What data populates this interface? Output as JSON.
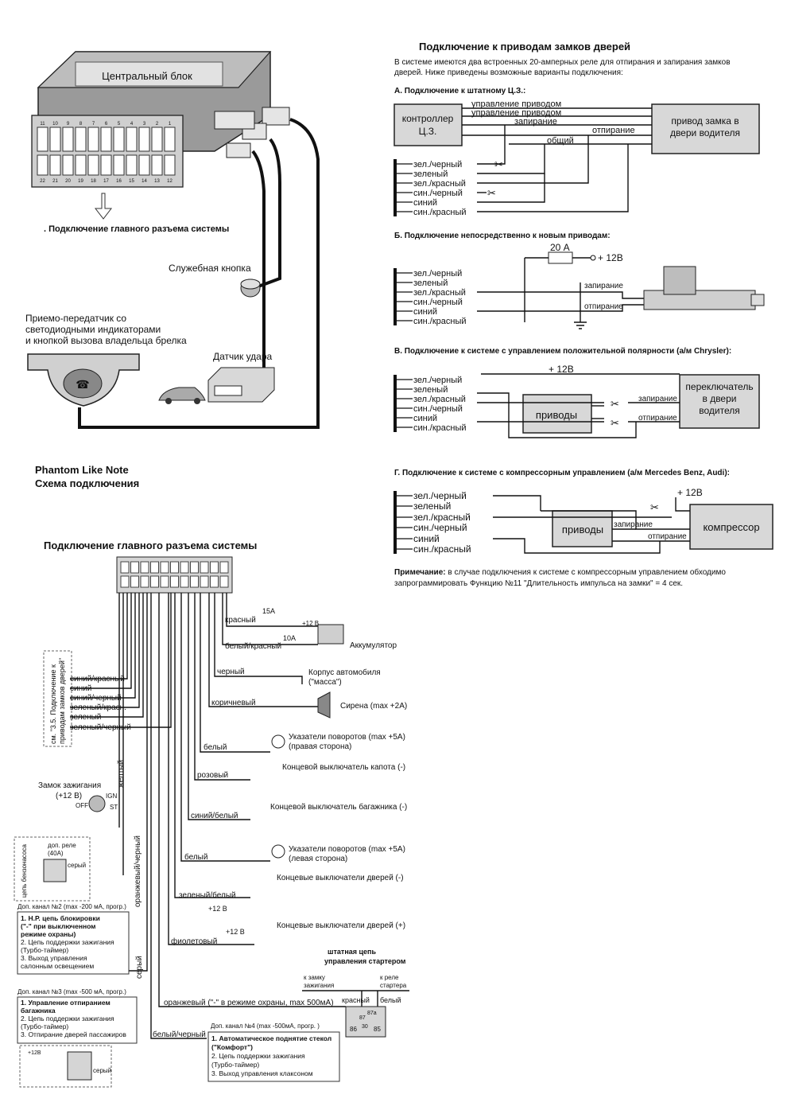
{
  "title": {
    "line1": "Phantom Like Note",
    "line2": "Схема подключения"
  },
  "top_left": {
    "central_unit": "Центральный блок",
    "main_connector_caption": ". Подключение главного разъема системы",
    "service_button": "Служебная кнопка",
    "transceiver_lines": [
      "Приемо-передатчик со",
      "светодиодными индикаторами",
      "и кнопкой вызова владельца брелка"
    ],
    "shock_sensor": "Датчик удара"
  },
  "locks": {
    "title": "Подключение к приводам замков дверей",
    "intro": [
      "В системе имеются два встроенных 20-амперных реле для отпирания и запирания замков",
      "дверей. Ниже приведены возможные варианты подключения:"
    ],
    "wire_colors": [
      "зел./черный",
      "зеленый",
      "зел./красный",
      "син./черный",
      "синий",
      "син./красный"
    ],
    "A": {
      "title": "А. Подключение к штатному Ц.З.:",
      "controller": [
        "контроллер",
        "Ц.З."
      ],
      "actuator": [
        "привод замка в",
        "двери водителя"
      ],
      "labels": [
        "управление приводом",
        "управление приводом",
        "запирание",
        "общий",
        "отпирание"
      ]
    },
    "B": {
      "title": "Б. Подключение непосредственно к новым приводам:",
      "fuse": "20 А",
      "plus": "+ 12В",
      "lock": "запирание",
      "unlock": "отпирание"
    },
    "C": {
      "title": "В. Подключение к системе с управлением положительной полярности (а/м Chrysler):",
      "plus": "+ 12В",
      "drives": "приводы",
      "switch": [
        "переключатель",
        "в двери",
        "водителя"
      ],
      "lock": "запирание",
      "unlock": "отпирание"
    },
    "D": {
      "title": "Г. Подключение к системе с компрессорным управлением (а/м Mercedes Benz, Audi):",
      "plus": "+ 12В",
      "drives": "приводы",
      "compressor": "компрессор",
      "lock": "запирание",
      "unlock": "отпирание"
    },
    "note_bold": "Примечание:",
    "note": [
      " в случае подключения к системе с компрессорным управлением обходимо",
      "запрограммировать Функцию №11 \"Длительность импульса на замки\" = 4 сек."
    ]
  },
  "main": {
    "title": "Подключение главного разъема системы",
    "side_note": [
      "см. \"3.5. Подключение к",
      "приводам замков дверей\""
    ],
    "lock_wires": [
      "синий/красный",
      "синий",
      "синий/черный",
      "зеленый/красн.",
      "зеленый",
      "зеленый/черный"
    ],
    "red": "красный",
    "fuse15": "15A",
    "plus12": "+12 В",
    "whitered": "белый/красный",
    "fuse10": "10A",
    "battery": "Аккумулятор",
    "black": "черный",
    "ground": [
      "Корпус автомобиля",
      "(\"масса\")"
    ],
    "brown": "коричневый",
    "siren": "Сирена (max +2A)",
    "white1": "белый",
    "turn_right": [
      "Указатели поворотов (max +5A)",
      "(правая сторона)"
    ],
    "pink": "розовый",
    "hood": "Концевой выключатель капота (-)",
    "bluewhite": "синий/белый",
    "trunk": "Концевой выключатель багажника (-)",
    "white2": "белый",
    "turn_left": [
      "Указатели поворотов (max +5A)",
      "(левая сторона)"
    ],
    "greenwhite": "зеленый/белый",
    "doors_neg": "Концевые выключатели дверей (-)",
    "plus12b": "+12 В",
    "violet": "фиолетовый",
    "doors_pos": "Концевые выключатели дверей (+)",
    "plus12c": "+12 В",
    "orange": "оранжевый (\"-\" в режиме охраны, max 500мА)",
    "whiteblack": "белый/черный",
    "yellow": "желтый",
    "ignition": [
      "Замок зажигания",
      "(+12 В)"
    ],
    "ign_pos": [
      "OFF",
      "IGN",
      "ST"
    ],
    "orangeblack": "оранжевый/черный",
    "gray": "серый",
    "relay": [
      "доп. реле",
      "(40А)"
    ],
    "pump": "цепь бензонасоса",
    "relay_gray": "серый",
    "ch2": {
      "head": "Доп. канал №2 (max -200 мА, прогр.)",
      "items": [
        "1. Н.Р. цепь блокировки",
        "(\"-\" при выключенном",
        "режиме охраны)",
        "2. Цепь поддержки зажигания",
        "(Турбо-таймер)",
        "3. Выход управления",
        "салонным освещением"
      ]
    },
    "ch3": {
      "head": "Доп. канал №3 (max -500 мА, прогр.)",
      "items": [
        "1. Управление отпиранием",
        "багажника",
        "2. Цепь поддержки зажигания",
        "(Турбо-таймер)",
        "3. Отпирание дверей пассажиров"
      ]
    },
    "ch4": {
      "head": "Доп. канал №4 (max -500мА, прогр. )",
      "items": [
        "1. Автоматическое поднятие стекол",
        "(\"Комфорт\")",
        "2. Цепь поддержки зажигания",
        "(Турбо-таймер)",
        "3. Выход управления клаксоном"
      ]
    },
    "starter": [
      "штатная цепь",
      "управления стартером"
    ],
    "to_ign": [
      "к замку",
      "зажигания"
    ],
    "to_relay": [
      "к реле",
      "стартера"
    ],
    "st_red": "красный",
    "st_white": "белый",
    "relay_pins": [
      "86",
      "85",
      "87",
      "87a",
      "30"
    ],
    "plus12d": "+12В",
    "gray2": "серый"
  },
  "pin_top": [
    "11",
    "10",
    "9",
    "8",
    "7",
    "6",
    "5",
    "4",
    "3",
    "2",
    "1"
  ],
  "pin_bottom": [
    "22",
    "21",
    "20",
    "19",
    "18",
    "17",
    "16",
    "15",
    "14",
    "13",
    "12"
  ]
}
